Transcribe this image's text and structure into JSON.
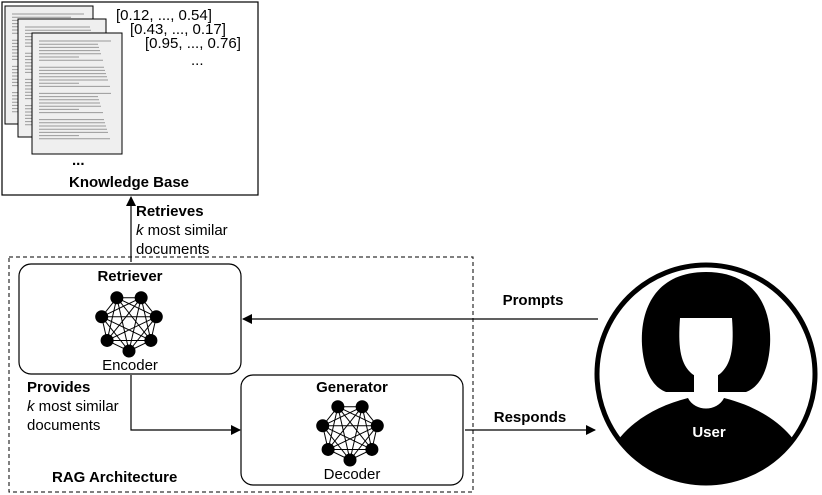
{
  "knowledge_base": {
    "label": "Knowledge Base",
    "ellipsis": "...",
    "vectors": [
      "[0.12, ..., 0.54]",
      "[0.43, ..., 0.17]",
      "[0.95, ..., 0.76]"
    ],
    "vectors_more": "..."
  },
  "retrieves": {
    "title": "Retrieves",
    "k": "k",
    "line1": " most similar",
    "line2": "documents"
  },
  "retriever": {
    "title": "Retriever",
    "sublabel": "Encoder"
  },
  "provides": {
    "title": "Provides",
    "k": "k",
    "line1": " most similar",
    "line2": "documents"
  },
  "generator": {
    "title": "Generator",
    "sublabel": "Decoder"
  },
  "rag_label": "RAG Architecture",
  "prompts_label": "Prompts",
  "responds_label": "Responds",
  "user_label": "User"
}
